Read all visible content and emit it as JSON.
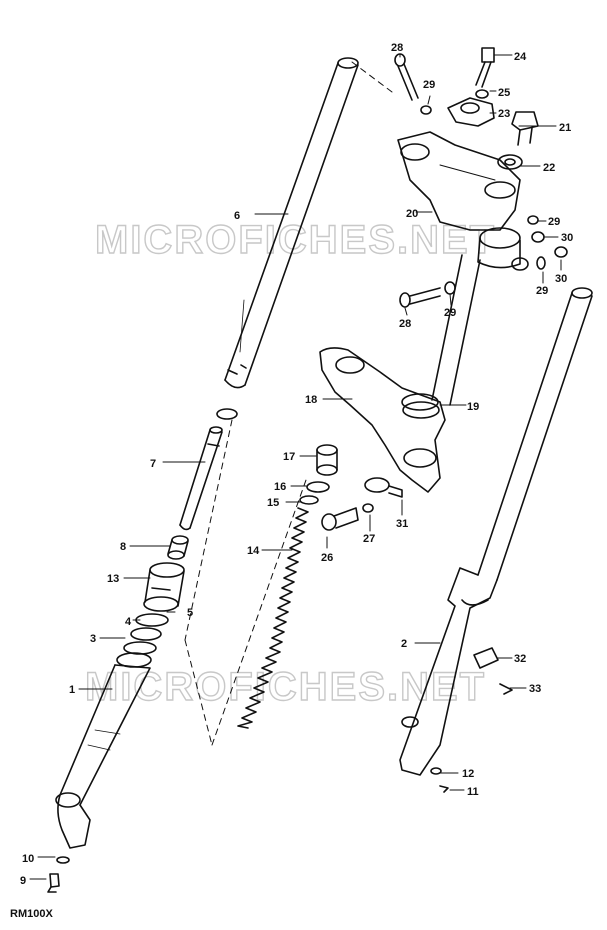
{
  "watermark": "MICROFICHES.NET",
  "footer_code": "RM100X",
  "callouts": {
    "c1": "1",
    "c2": "2",
    "c3": "3",
    "c4": "4",
    "c5": "5",
    "c6": "6",
    "c7": "7",
    "c8": "8",
    "c9": "9",
    "c10": "10",
    "c11": "11",
    "c12": "12",
    "c13": "13",
    "c14": "14",
    "c15": "15",
    "c16": "16",
    "c17": "17",
    "c18": "18",
    "c19": "19",
    "c20": "20",
    "c21": "21",
    "c22": "22",
    "c23": "23",
    "c24": "24",
    "c25": "25",
    "c26": "26",
    "c27": "27",
    "c28a": "28",
    "c28b": "28",
    "c29a": "29",
    "c29b": "29",
    "c29c": "29",
    "c29d": "29",
    "c30a": "30",
    "c30b": "30",
    "c31": "31",
    "c32": "32",
    "c33": "33"
  }
}
